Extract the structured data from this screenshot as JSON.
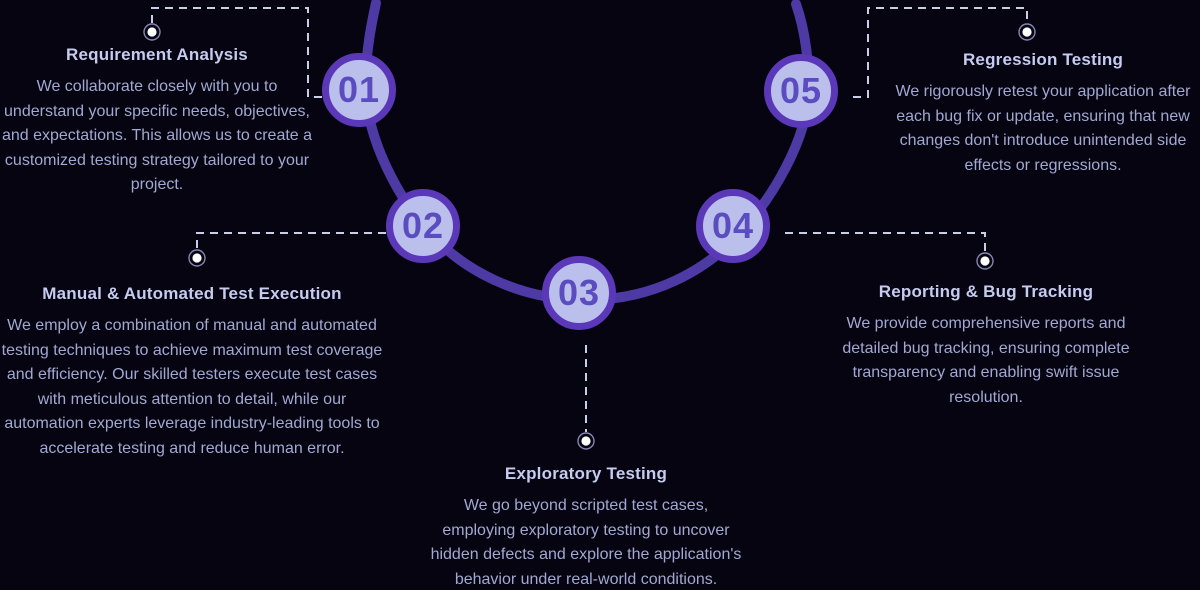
{
  "diagram": {
    "background": "#050410",
    "arc_color": "#4e3aa5",
    "circle_fill": "#bbbfeb",
    "circle_border": "#5a38b8",
    "number_color": "#5b4cc0",
    "heading_color": "#c6cbf0",
    "body_color": "#a2a8d2",
    "connector_color": "#c9cde6",
    "dot_fill": "#ffffff",
    "dot_ring": "#8884b0"
  },
  "steps": [
    {
      "number": "01",
      "title": "Requirement Analysis",
      "description": [
        "We collaborate closely with you to",
        "understand your specific needs, objectives,",
        "and expectations. This allows us to create a",
        "customized testing strategy tailored to your",
        "project."
      ]
    },
    {
      "number": "02",
      "title": "Manual & Automated Test Execution",
      "description": [
        "We employ a combination of manual and automated",
        "testing techniques to achieve maximum test coverage",
        "and efficiency. Our skilled testers execute test cases",
        "with meticulous attention to detail, while our",
        "automation experts leverage industry-leading tools to",
        "accelerate testing and reduce human error."
      ]
    },
    {
      "number": "03",
      "title": "Exploratory Testing",
      "description": [
        "We go beyond scripted test cases,",
        "employing exploratory testing to uncover",
        "hidden defects and explore the application's",
        "behavior under real-world conditions."
      ]
    },
    {
      "number": "04",
      "title": "Reporting & Bug Tracking",
      "description": [
        "We provide comprehensive reports and",
        "detailed bug tracking, ensuring complete",
        "transparency and enabling swift issue",
        "resolution."
      ]
    },
    {
      "number": "05",
      "title": "Regression Testing",
      "description": [
        "We rigorously retest your application after",
        "each bug fix or update, ensuring that new",
        "changes don't introduce unintended side",
        "effects or regressions."
      ]
    }
  ]
}
